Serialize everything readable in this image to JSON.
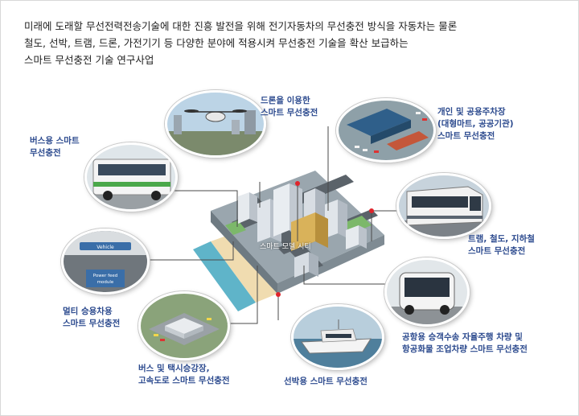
{
  "intro": {
    "line1": "미래에 도래할 무선전력전송기술에 대한 진흥 발전을 위해 전기자동차의 무선충전 방식을 자동차는 물론",
    "line2": "철도, 선박, 트램, 드론, 가전기기 등 다양한 분야에 적용시켜 무선충전 기술을 확산 보급하는",
    "line3": "스마트 무선충전 기술 연구사업"
  },
  "center_label": "스마트 모델 시티",
  "labels": {
    "drone": [
      "드론을 이용한",
      "스마트 무선충전"
    ],
    "parking": [
      "개인 및 공용주차장",
      "(대형마트, 공공기관)",
      "스마트 무선충전"
    ],
    "bus": [
      "버스용 스마트",
      "무선충전"
    ],
    "tram": [
      "트램, 철도, 지하철",
      "스마트 무선충전"
    ],
    "multi": [
      "멀티 승용차용",
      "스마트 무선충전"
    ],
    "airport": [
      "공항용 승객수송 자율주행 차량 및",
      "항공화물 조업차량 스마트 무선충전"
    ],
    "terminal": [
      "버스 및 택시승강장,",
      "고속도로 스마트 무선충전"
    ],
    "ship": [
      "선박용 스마트 무선충전"
    ]
  },
  "module_text": {
    "vehicle": "Vehicle",
    "power_feed_1": "Power feed",
    "power_feed_2": "module"
  },
  "colors": {
    "label_blue": "#2c4a8e",
    "connector_line": "#4a4a4a",
    "marker_red": "#e0242b"
  }
}
